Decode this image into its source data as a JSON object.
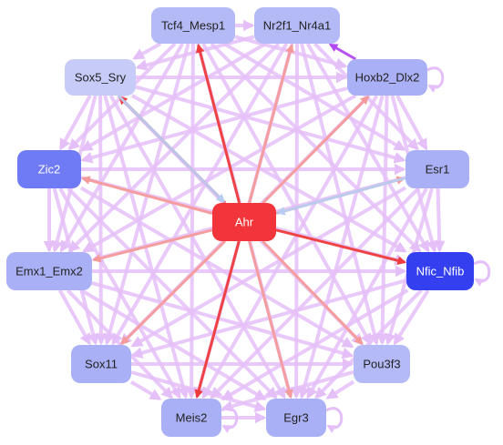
{
  "nodes": [
    {
      "id": "tcf4",
      "label": "Tcf4_Mesp1",
      "fill": "#b4baf6",
      "text": "#222222"
    },
    {
      "id": "nr2f1",
      "label": "Nr2f1_Nr4a1",
      "fill": "#b4baf6",
      "text": "#222222"
    },
    {
      "id": "sox5",
      "label": "Sox5_Sry",
      "fill": "#c6cbf8",
      "text": "#222222"
    },
    {
      "id": "hoxb2",
      "label": "Hoxb2_Dlx2",
      "fill": "#aab0f5",
      "text": "#222222"
    },
    {
      "id": "zic2",
      "label": "Zic2",
      "fill": "#6e7bf4",
      "text": "#ffffff"
    },
    {
      "id": "esr1",
      "label": "Esr1",
      "fill": "#aab0f5",
      "text": "#222222"
    },
    {
      "id": "ahr",
      "label": "Ahr",
      "fill": "#f1353a",
      "text": "#ffffff"
    },
    {
      "id": "emx1",
      "label": "Emx1_Emx2",
      "fill": "#aab0f5",
      "text": "#222222"
    },
    {
      "id": "nfic",
      "label": "Nfic_Nfib",
      "fill": "#3440f0",
      "text": "#ffffff"
    },
    {
      "id": "sox11",
      "label": "Sox11",
      "fill": "#aab0f5",
      "text": "#222222"
    },
    {
      "id": "pou3f3",
      "label": "Pou3f3",
      "fill": "#b4baf6",
      "text": "#222222"
    },
    {
      "id": "meis2",
      "label": "Meis2",
      "fill": "#aab0f5",
      "text": "#222222"
    },
    {
      "id": "egr3",
      "label": "Egr3",
      "fill": "#aab0f5",
      "text": "#222222"
    }
  ],
  "edge_colors": {
    "default": "#e5bff8",
    "strong_red": "#ef3b3b",
    "salmon": "#f59a9a",
    "purple": "#b44bf2",
    "light_blue": "#b7cdf2"
  },
  "edges": [
    {
      "s": "tcf4",
      "t": "nr2f1",
      "c": "default"
    },
    {
      "s": "tcf4",
      "t": "sox5",
      "c": "default"
    },
    {
      "s": "tcf4",
      "t": "hoxb2",
      "c": "default"
    },
    {
      "s": "tcf4",
      "t": "zic2",
      "c": "default"
    },
    {
      "s": "tcf4",
      "t": "esr1",
      "c": "default"
    },
    {
      "s": "tcf4",
      "t": "emx1",
      "c": "default"
    },
    {
      "s": "tcf4",
      "t": "nfic",
      "c": "default"
    },
    {
      "s": "tcf4",
      "t": "sox11",
      "c": "default"
    },
    {
      "s": "tcf4",
      "t": "pou3f3",
      "c": "default"
    },
    {
      "s": "tcf4",
      "t": "meis2",
      "c": "default"
    },
    {
      "s": "tcf4",
      "t": "egr3",
      "c": "default"
    },
    {
      "s": "nr2f1",
      "t": "sox5",
      "c": "default"
    },
    {
      "s": "nr2f1",
      "t": "zic2",
      "c": "default"
    },
    {
      "s": "nr2f1",
      "t": "esr1",
      "c": "default"
    },
    {
      "s": "nr2f1",
      "t": "emx1",
      "c": "default"
    },
    {
      "s": "nr2f1",
      "t": "nfic",
      "c": "default"
    },
    {
      "s": "nr2f1",
      "t": "sox11",
      "c": "default"
    },
    {
      "s": "nr2f1",
      "t": "pou3f3",
      "c": "default"
    },
    {
      "s": "nr2f1",
      "t": "meis2",
      "c": "default"
    },
    {
      "s": "nr2f1",
      "t": "egr3",
      "c": "default"
    },
    {
      "s": "sox5",
      "t": "hoxb2",
      "c": "default"
    },
    {
      "s": "sox5",
      "t": "zic2",
      "c": "default"
    },
    {
      "s": "sox5",
      "t": "esr1",
      "c": "default"
    },
    {
      "s": "sox5",
      "t": "emx1",
      "c": "default"
    },
    {
      "s": "sox5",
      "t": "nfic",
      "c": "default"
    },
    {
      "s": "sox5",
      "t": "sox11",
      "c": "default"
    },
    {
      "s": "sox5",
      "t": "pou3f3",
      "c": "default"
    },
    {
      "s": "sox5",
      "t": "meis2",
      "c": "default"
    },
    {
      "s": "sox5",
      "t": "egr3",
      "c": "default"
    },
    {
      "s": "hoxb2",
      "t": "zic2",
      "c": "default"
    },
    {
      "s": "hoxb2",
      "t": "esr1",
      "c": "default"
    },
    {
      "s": "hoxb2",
      "t": "emx1",
      "c": "default"
    },
    {
      "s": "hoxb2",
      "t": "nfic",
      "c": "default"
    },
    {
      "s": "hoxb2",
      "t": "sox11",
      "c": "default"
    },
    {
      "s": "hoxb2",
      "t": "pou3f3",
      "c": "default"
    },
    {
      "s": "hoxb2",
      "t": "meis2",
      "c": "default"
    },
    {
      "s": "hoxb2",
      "t": "egr3",
      "c": "default"
    },
    {
      "s": "zic2",
      "t": "esr1",
      "c": "default"
    },
    {
      "s": "zic2",
      "t": "emx1",
      "c": "default"
    },
    {
      "s": "zic2",
      "t": "nfic",
      "c": "default"
    },
    {
      "s": "zic2",
      "t": "sox11",
      "c": "default"
    },
    {
      "s": "zic2",
      "t": "pou3f3",
      "c": "default"
    },
    {
      "s": "zic2",
      "t": "meis2",
      "c": "default"
    },
    {
      "s": "zic2",
      "t": "egr3",
      "c": "default"
    },
    {
      "s": "esr1",
      "t": "emx1",
      "c": "default"
    },
    {
      "s": "esr1",
      "t": "nfic",
      "c": "default"
    },
    {
      "s": "esr1",
      "t": "sox11",
      "c": "default"
    },
    {
      "s": "esr1",
      "t": "pou3f3",
      "c": "default"
    },
    {
      "s": "esr1",
      "t": "meis2",
      "c": "default"
    },
    {
      "s": "esr1",
      "t": "egr3",
      "c": "default"
    },
    {
      "s": "emx1",
      "t": "nfic",
      "c": "default"
    },
    {
      "s": "emx1",
      "t": "sox11",
      "c": "default"
    },
    {
      "s": "emx1",
      "t": "pou3f3",
      "c": "default"
    },
    {
      "s": "emx1",
      "t": "meis2",
      "c": "default"
    },
    {
      "s": "emx1",
      "t": "egr3",
      "c": "default"
    },
    {
      "s": "nfic",
      "t": "sox11",
      "c": "default"
    },
    {
      "s": "nfic",
      "t": "pou3f3",
      "c": "default"
    },
    {
      "s": "nfic",
      "t": "meis2",
      "c": "default"
    },
    {
      "s": "nfic",
      "t": "egr3",
      "c": "default"
    },
    {
      "s": "sox11",
      "t": "pou3f3",
      "c": "default"
    },
    {
      "s": "sox11",
      "t": "meis2",
      "c": "default"
    },
    {
      "s": "sox11",
      "t": "egr3",
      "c": "default"
    },
    {
      "s": "pou3f3",
      "t": "meis2",
      "c": "default"
    },
    {
      "s": "pou3f3",
      "t": "egr3",
      "c": "default"
    },
    {
      "s": "meis2",
      "t": "egr3",
      "c": "default"
    },
    {
      "s": "hoxb2",
      "t": "nr2f1",
      "c": "purple"
    },
    {
      "s": "ahr",
      "t": "tcf4",
      "c": "strong_red"
    },
    {
      "s": "ahr",
      "t": "meis2",
      "c": "strong_red"
    },
    {
      "s": "ahr",
      "t": "sox5",
      "c": "strong_red"
    },
    {
      "s": "ahr",
      "t": "nfic",
      "c": "strong_red"
    },
    {
      "s": "ahr",
      "t": "zic2",
      "c": "salmon"
    },
    {
      "s": "ahr",
      "t": "emx1",
      "c": "salmon"
    },
    {
      "s": "ahr",
      "t": "esr1",
      "c": "salmon"
    },
    {
      "s": "ahr",
      "t": "nr2f1",
      "c": "salmon"
    },
    {
      "s": "ahr",
      "t": "hoxb2",
      "c": "salmon"
    },
    {
      "s": "ahr",
      "t": "sox11",
      "c": "salmon"
    },
    {
      "s": "ahr",
      "t": "egr3",
      "c": "salmon"
    },
    {
      "s": "ahr",
      "t": "pou3f3",
      "c": "salmon"
    },
    {
      "s": "sox5",
      "t": "ahr",
      "c": "light_blue"
    },
    {
      "s": "esr1",
      "t": "ahr",
      "c": "light_blue"
    }
  ],
  "self_loops": [
    "hoxb2",
    "nfic",
    "egr3",
    "meis2"
  ]
}
